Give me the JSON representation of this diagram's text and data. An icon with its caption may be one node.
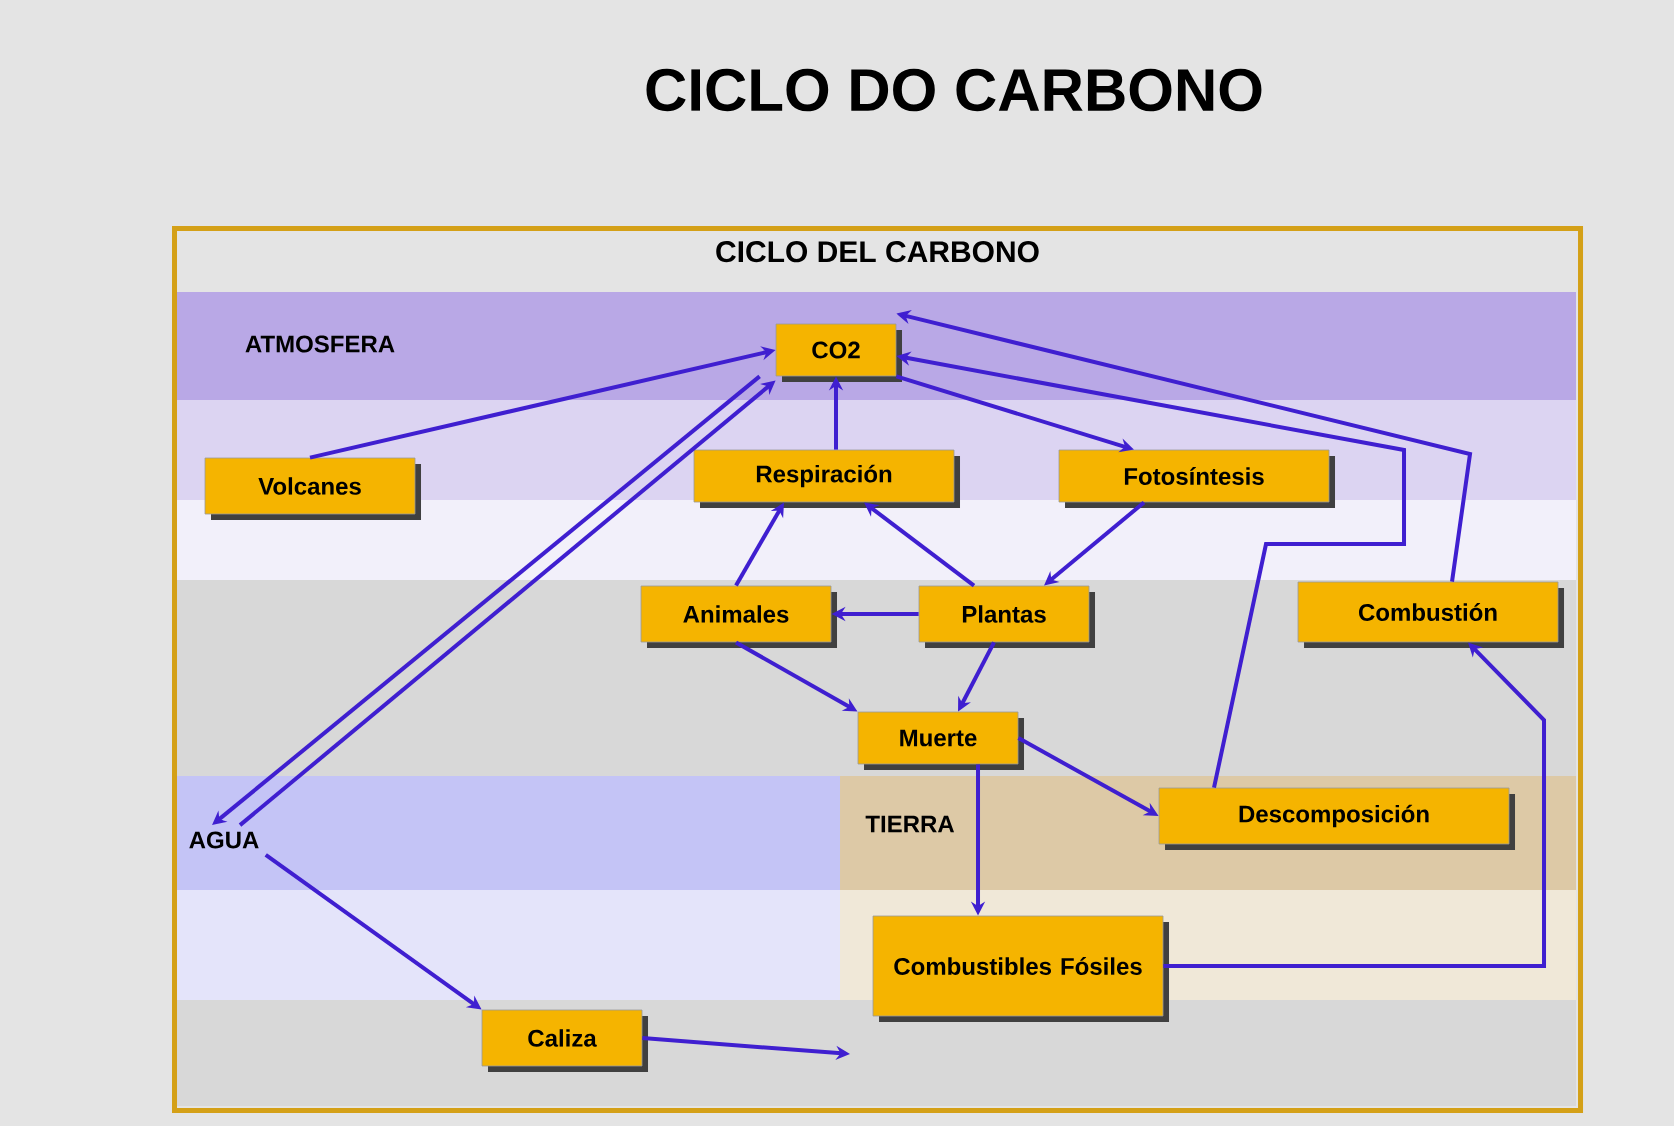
{
  "diagram": {
    "title": "CICLO DO CARBONO",
    "nodes": [
      {
        "text": [
          "CICLO DEL CARBONO"
        ]
      },
      {
        "text": [
          "CO2"
        ],
        "in": 0
      },
      {
        "text": [
          "Volcanes"
        ],
        "in": 0
      },
      {
        "text": [
          "Respiración"
        ],
        "in": 0
      },
      {
        "text": [
          "Fotosíntesis"
        ],
        "in": 0
      },
      {
        "text": [
          "Animales"
        ],
        "in": 0
      },
      {
        "text": [
          "Plantas"
        ],
        "in": 0
      },
      {
        "text": [
          "Combustión"
        ],
        "in": 0
      },
      {
        "text": [
          "Muerte"
        ],
        "in": 0
      },
      {
        "text": [
          "AGUA"
        ],
        "in": 0
      },
      {
        "text": [
          "Descomposición"
        ],
        "in": 0
      },
      {
        "text": [
          "Combustibles Fósiles"
        ],
        "in": 0
      },
      {
        "text": [
          "Caliza"
        ],
        "in": 0
      }
    ],
    "edges": [
      {
        "from": 2,
        "to": 1,
        "arrow": "to"
      },
      {
        "from": 1,
        "to": 9,
        "arrow": "to"
      },
      {
        "from": 9,
        "to": 1,
        "arrow": "to"
      },
      {
        "from": 3,
        "to": 1,
        "arrow": "to"
      },
      {
        "from": 1,
        "to": 4,
        "arrow": "to"
      },
      {
        "from": 4,
        "to": 6,
        "arrow": "to"
      },
      {
        "from": 5,
        "to": 3,
        "arrow": "to"
      },
      {
        "from": 6,
        "to": 3,
        "arrow": "to"
      },
      {
        "from": 6,
        "to": 5,
        "arrow": "to"
      },
      {
        "from": 6,
        "to": 8,
        "arrow": "to"
      },
      {
        "from": 5,
        "to": 8,
        "arrow": "to"
      },
      {
        "from": 8,
        "to": 10,
        "arrow": "to"
      },
      {
        "from": 8,
        "to": 11,
        "arrow": "to"
      },
      {
        "from": 10,
        "to": 1,
        "arrow": "to"
      },
      {
        "from": 7,
        "to": 1,
        "arrow": "to"
      },
      {
        "from": 11,
        "to": 7,
        "arrow": "to"
      },
      {
        "from": 9,
        "to": 12,
        "arrow": "to"
      },
      {
        "from": 12,
        "to": null,
        "arrow": "to"
      }
    ],
    "labels": [
      "ATMOSFERA",
      "TIERRA"
    ]
  }
}
